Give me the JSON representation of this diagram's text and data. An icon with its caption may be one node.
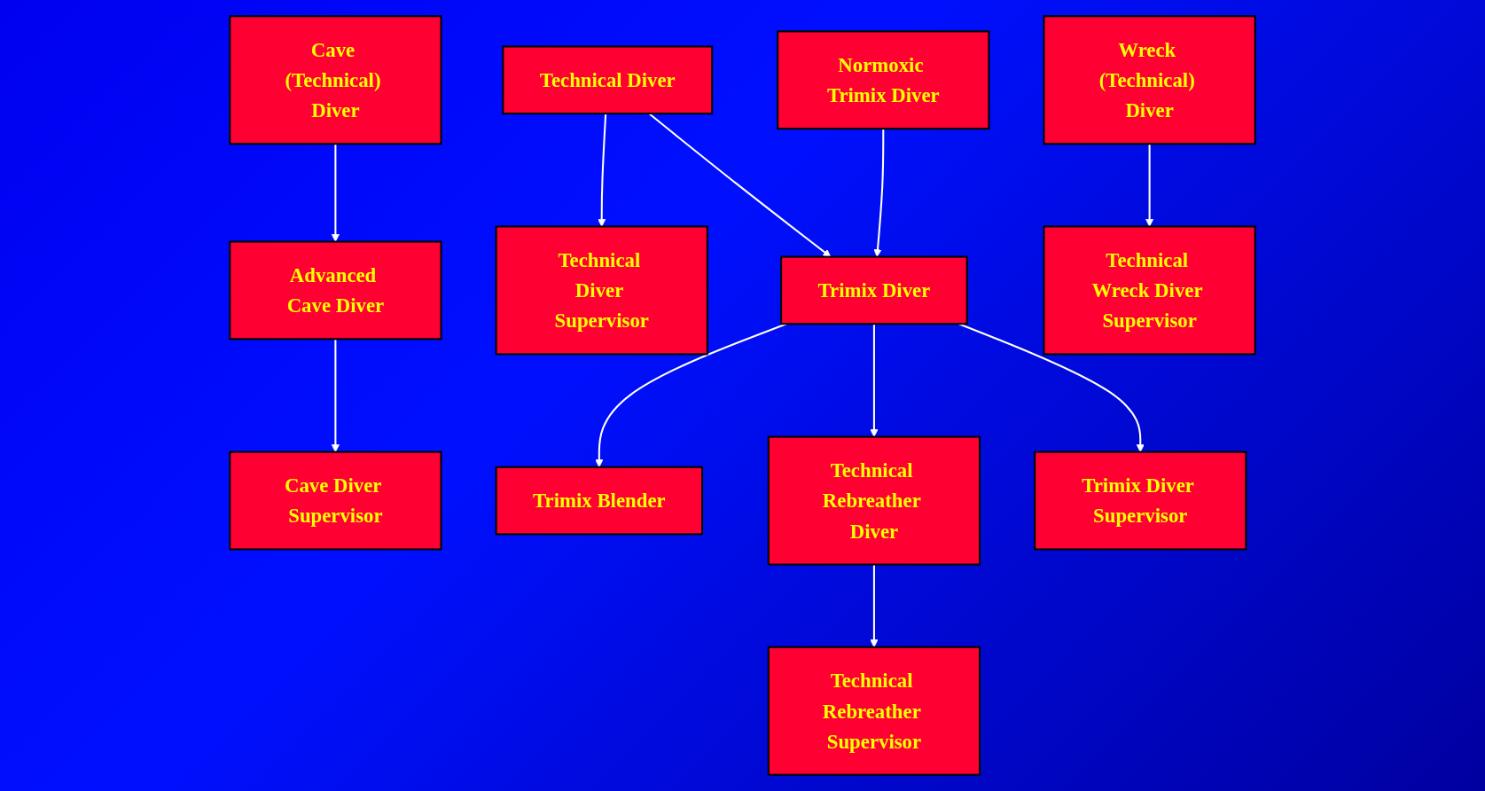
{
  "diagram": {
    "nodes": [
      {
        "text": [
          "Cave (Technical) Diver"
        ]
      },
      {
        "text": [
          "Technical Diver"
        ]
      },
      {
        "text": [
          "Normoxic Trimix Diver"
        ]
      },
      {
        "text": [
          "Wreck (Technical) Diver"
        ]
      },
      {
        "text": [
          "Advanced Cave Diver"
        ]
      },
      {
        "text": [
          "Technical Diver Supervisor"
        ]
      },
      {
        "text": [
          "Technical Wreck Diver Supervisor"
        ]
      },
      {
        "text": [
          "Cave Diver Supervisor"
        ]
      },
      {
        "text": [
          "Trimix Diver"
        ]
      },
      {
        "text": [
          "Trimix Diver Supervisor"
        ]
      },
      {
        "text": [
          "Trimix Blender"
        ]
      },
      {
        "text": [
          "Technical Rebreather Diver"
        ]
      },
      {
        "text": [
          "Technical Rebreather Supervisor"
        ]
      }
    ],
    "edges": [
      {
        "from": 0,
        "to": 4,
        "arrow": "to"
      },
      {
        "from": 4,
        "to": 7,
        "arrow": "to"
      },
      {
        "from": 1,
        "to": 5,
        "arrow": "to"
      },
      {
        "from": 1,
        "to": 8,
        "arrow": "to"
      },
      {
        "from": 2,
        "to": 8,
        "arrow": "to"
      },
      {
        "from": 3,
        "to": 6,
        "arrow": "to"
      },
      {
        "from": 8,
        "to": 9,
        "arrow": "to"
      },
      {
        "from": 8,
        "to": 10,
        "arrow": "to"
      },
      {
        "from": 8,
        "to": 11,
        "arrow": "to"
      },
      {
        "from": 11,
        "to": 12,
        "arrow": "to"
      }
    ]
  }
}
